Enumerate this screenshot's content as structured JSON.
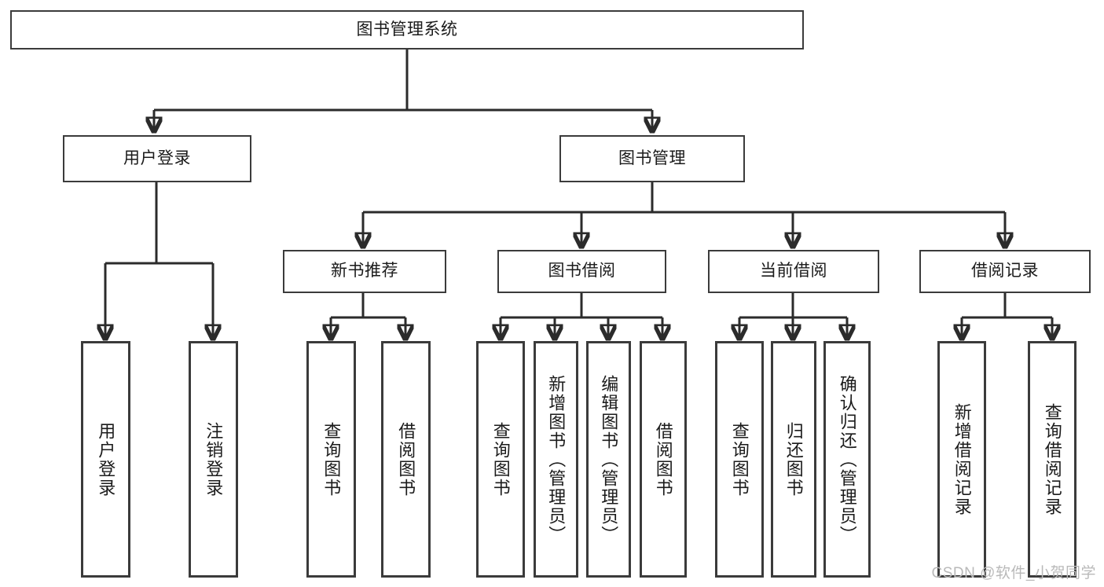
{
  "diagram": {
    "title": "图书管理系统",
    "watermark": "CSDN @软件_小贺同学",
    "colors": {
      "stroke": "#2b2b2b",
      "box_border": "#3b3b3b",
      "background": "#ffffff",
      "text": "#1b1b1b",
      "watermark": "#b9b9b9"
    },
    "nodes": {
      "root": "图书管理系统",
      "level2": {
        "user_login": "用户登录",
        "book_manage": "图书管理"
      },
      "level3": {
        "new_book_rec": "新书推荐",
        "book_borrow": "图书借阅",
        "current_borrow": "当前借阅",
        "borrow_record": "借阅记录"
      },
      "leaves": {
        "user_login_1": "用户登录",
        "user_login_2": "注销登录",
        "new_book_rec_1": "查询图书",
        "new_book_rec_2": "借阅图书",
        "book_borrow_1": "查询图书",
        "book_borrow_2": "新增图书（管理员）",
        "book_borrow_3": "编辑图书（管理员）",
        "book_borrow_4": "借阅图书",
        "current_borrow_1": "查询图书",
        "current_borrow_2": "归还图书",
        "current_borrow_3": "确认归还（管理员）",
        "borrow_record_1": "新增借阅记录",
        "borrow_record_2": "查询借阅记录"
      }
    }
  }
}
